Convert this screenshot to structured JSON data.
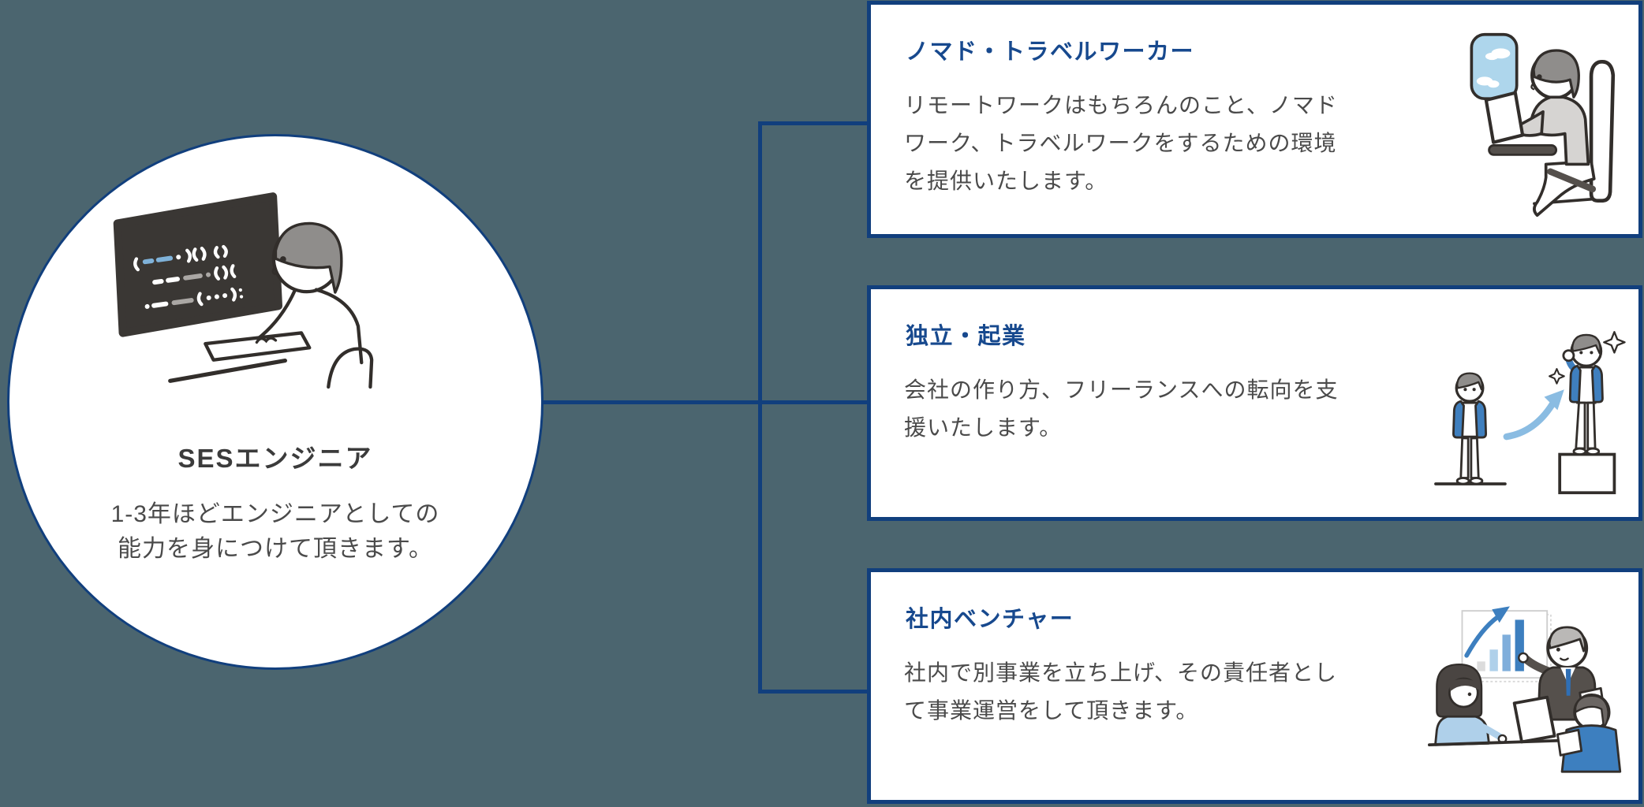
{
  "colors": {
    "background": "#4B656F",
    "line": "#113F7D",
    "card_background": "#FFFFFF",
    "title_blue": "#17498E",
    "text_dark": "#3B3B3B",
    "text_body": "#4A4A4A",
    "accent_blue": "#3D7FBF",
    "light_blue": "#AED6EC"
  },
  "center": {
    "title": "SESエンジニア",
    "description_lines": [
      "1-3年ほどエンジニアとしての",
      "能力を身につけて頂きます。"
    ],
    "illustration": "engineer-coding"
  },
  "cards": [
    {
      "title": "ノマド・トラベルワーカー",
      "description_lines": [
        "リモートワークはもちろんのこと、ノマド",
        "ワーク、トラベルワークをするための環境",
        "を提供いたします。"
      ],
      "illustration": "airplane-laptop-worker"
    },
    {
      "title": "独立・起業",
      "description_lines": [
        "会社の作り方、フリーランスへの転向を支",
        "援いたします。"
      ],
      "illustration": "step-up-success"
    },
    {
      "title": "社内ベンチャー",
      "description_lines": [
        "社内で別事業を立ち上げ、その責任者とし",
        "て事業運営をして頂きます。"
      ],
      "illustration": "meeting-presentation-chart"
    }
  ]
}
